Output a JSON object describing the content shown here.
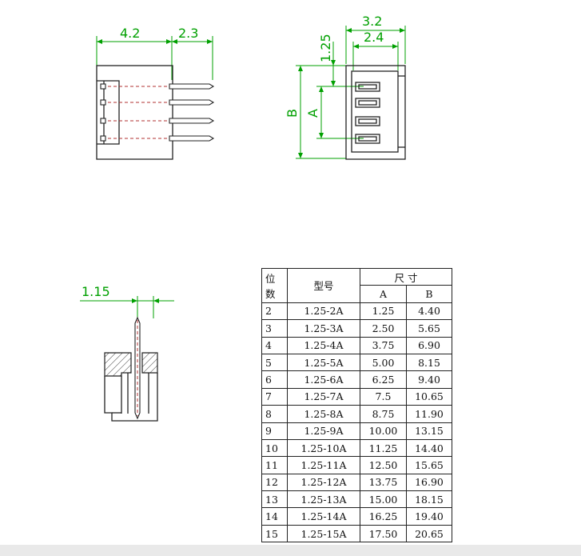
{
  "dimensions": {
    "side_depth": "4.2",
    "pin_length": "2.3",
    "front_width": "3.2",
    "front_inner": "2.4",
    "front_top": "1.25",
    "label_b": "B",
    "label_a": "A",
    "pin_pitch": "1.15"
  },
  "table": {
    "header_pos_top": "位",
    "header_pos_bottom": "数",
    "header_model": "型号",
    "header_size": "尺 寸",
    "header_a": "A",
    "header_b": "B",
    "rows": [
      {
        "pos": "2",
        "model": "1.25-2A",
        "a": "1.25",
        "b": "4.40"
      },
      {
        "pos": "3",
        "model": "1.25-3A",
        "a": "2.50",
        "b": "5.65"
      },
      {
        "pos": "4",
        "model": "1.25-4A",
        "a": "3.75",
        "b": "6.90"
      },
      {
        "pos": "5",
        "model": "1.25-5A",
        "a": "5.00",
        "b": "8.15"
      },
      {
        "pos": "6",
        "model": "1.25-6A",
        "a": "6.25",
        "b": "9.40"
      },
      {
        "pos": "7",
        "model": "1.25-7A",
        "a": "7.5",
        "b": "10.65"
      },
      {
        "pos": "8",
        "model": "1.25-8A",
        "a": "8.75",
        "b": "11.90"
      },
      {
        "pos": "9",
        "model": "1.25-9A",
        "a": "10.00",
        "b": "13.15"
      },
      {
        "pos": "10",
        "model": "1.25-10A",
        "a": "11.25",
        "b": "14.40"
      },
      {
        "pos": "11",
        "model": "1.25-11A",
        "a": "12.50",
        "b": "15.65"
      },
      {
        "pos": "12",
        "model": "1.25-12A",
        "a": "13.75",
        "b": "16.90"
      },
      {
        "pos": "13",
        "model": "1.25-13A",
        "a": "15.00",
        "b": "18.15"
      },
      {
        "pos": "14",
        "model": "1.25-14A",
        "a": "16.25",
        "b": "19.40"
      },
      {
        "pos": "15",
        "model": "1.25-15A",
        "a": "17.50",
        "b": "20.65"
      }
    ]
  }
}
